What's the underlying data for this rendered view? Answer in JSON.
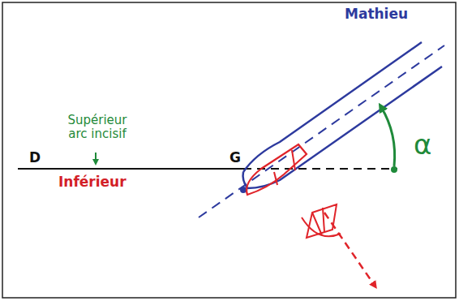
{
  "diagram": {
    "labels": [
      "Mathieu",
      "Supérieur arc incisif",
      "D",
      "G",
      "Inférieur",
      "α"
    ]
  }
}
